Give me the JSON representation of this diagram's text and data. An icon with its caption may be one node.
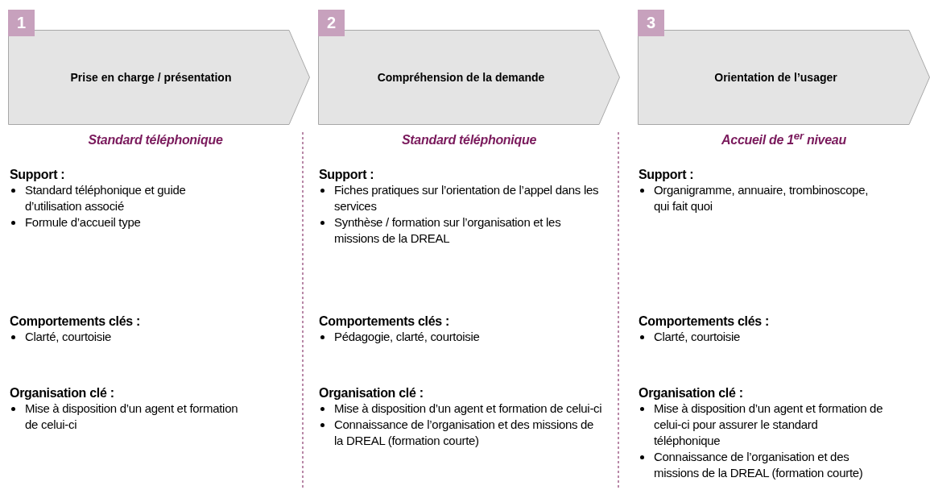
{
  "diagram": {
    "nodes": [
      {
        "text": [
          "Prise en charge / présentation"
        ]
      },
      {
        "text": [
          "1"
        ]
      },
      {
        "text": [
          "Compréhension de la demande"
        ]
      },
      {
        "text": [
          "2"
        ]
      },
      {
        "text": [
          "Orientation de l’usager"
        ]
      },
      {
        "text": [
          "3"
        ]
      }
    ],
    "edges": [],
    "labels": [
      "Standard téléphonique",
      "Support :",
      "Standard téléphonique et guide d’utilisation associé",
      "Formule d’accueil type",
      "Comportements clés :",
      "Clarté, courtoisie",
      "Organisation clé :",
      "Mise à disposition  d’un agent et formation de celui-ci",
      "Standard téléphonique",
      "Support :",
      "Fiches pratiques sur l’orientation de l’appel dans les services",
      "Synthèse / formation sur l’organisation et les missions de la DREAL",
      "Comportements clés :",
      "Pédagogie, clarté, courtoisie",
      "Organisation clé :",
      "Mise à disposition  d’un agent et formation de celui-ci",
      "Connaissance de l’organisation  et des missions de la DREAL (formation courte)",
      "Accueil de 1$^{er}$ niveau",
      "Support :",
      "Organigramme, annuaire, trombinoscope, qui fait quoi",
      "Comportements clés :",
      "Clarté, courtoisie",
      "Organisation clé :",
      "Mise à disposition  d’un agent et formation de celui-ci pour assurer le standard téléphonique",
      "Connaissance de l’organisation  et des missions de la DREAL (formation courte)"
    ]
  }
}
